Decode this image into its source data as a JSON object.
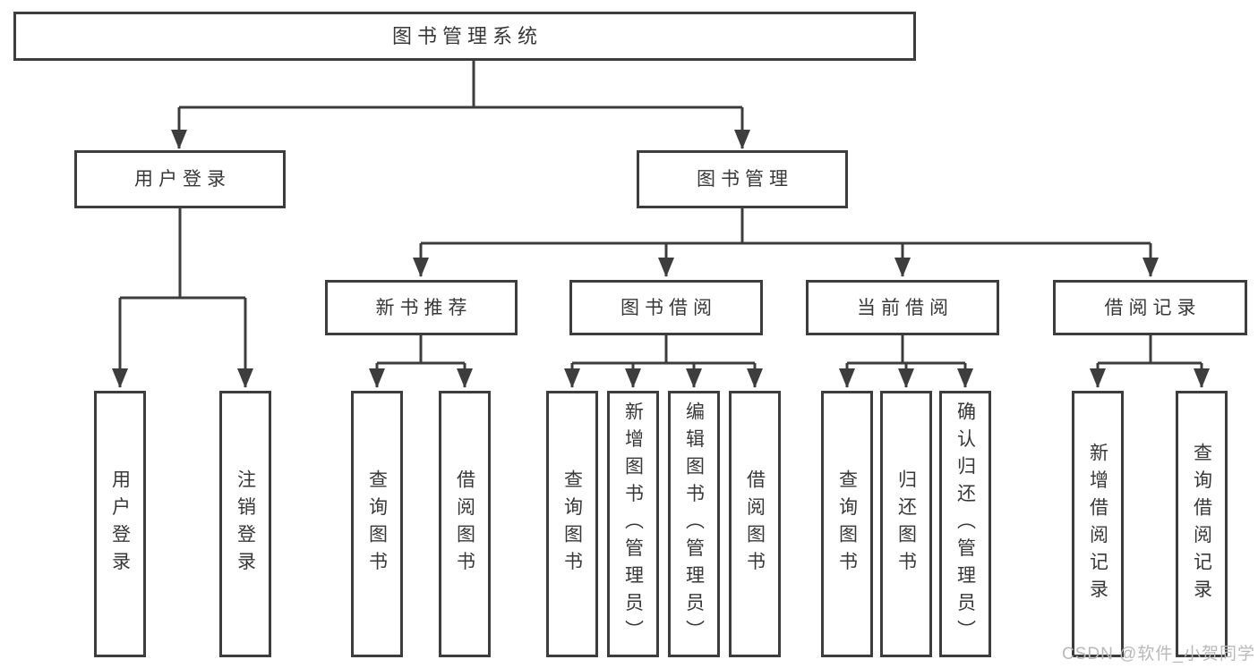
{
  "diagram": {
    "root": {
      "label": "图书管理系统"
    },
    "level2": [
      {
        "label": "用户登录"
      },
      {
        "label": "图书管理"
      }
    ],
    "level3": [
      {
        "label": "新书推荐"
      },
      {
        "label": "图书借阅"
      },
      {
        "label": "当前借阅"
      },
      {
        "label": "借阅记录"
      }
    ],
    "leaves": {
      "user_login": [
        "用户登录",
        "注销登录"
      ],
      "new_books": [
        "查询图书",
        "借阅图书"
      ],
      "book_borrow": [
        "查询图书",
        "新增图书（管理员）",
        "编辑图书（管理员）",
        "借阅图书"
      ],
      "current_borrow": [
        "查询图书",
        "归还图书",
        "确认归还（管理员）"
      ],
      "borrow_records": [
        "新增借阅记录",
        "查询借阅记录"
      ]
    }
  },
  "watermark": "CSDN @软件_小贺同学",
  "colors": {
    "line": "#3d3d3d",
    "text": "#383838",
    "box_background": "#ffffff",
    "page_background": "#ffffff",
    "watermark": "#b9b9b9"
  }
}
